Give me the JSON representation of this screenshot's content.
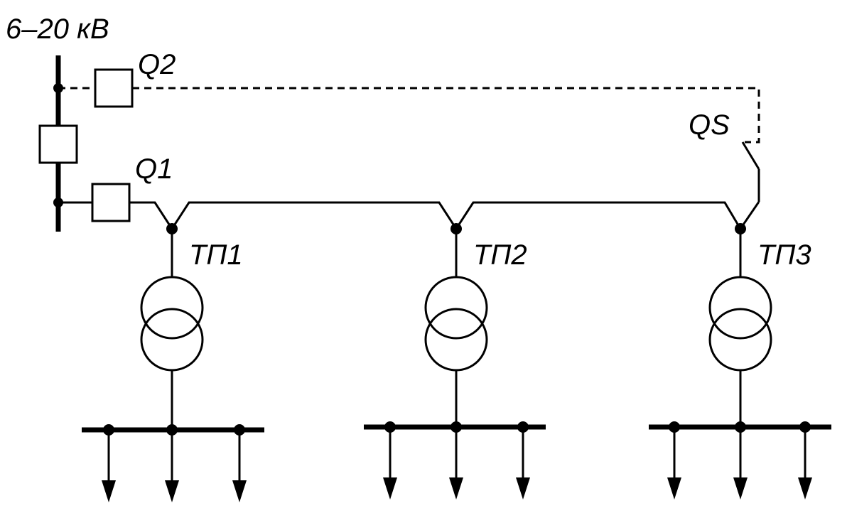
{
  "voltage_label": "6–20 кВ",
  "breakers": {
    "q1": "Q1",
    "q2": "Q2",
    "qs": "QS"
  },
  "substations": [
    {
      "label": "ТП1"
    },
    {
      "label": "ТП2"
    },
    {
      "label": "ТП3"
    }
  ],
  "colors": {
    "line": "#000000",
    "background": "#ffffff"
  }
}
